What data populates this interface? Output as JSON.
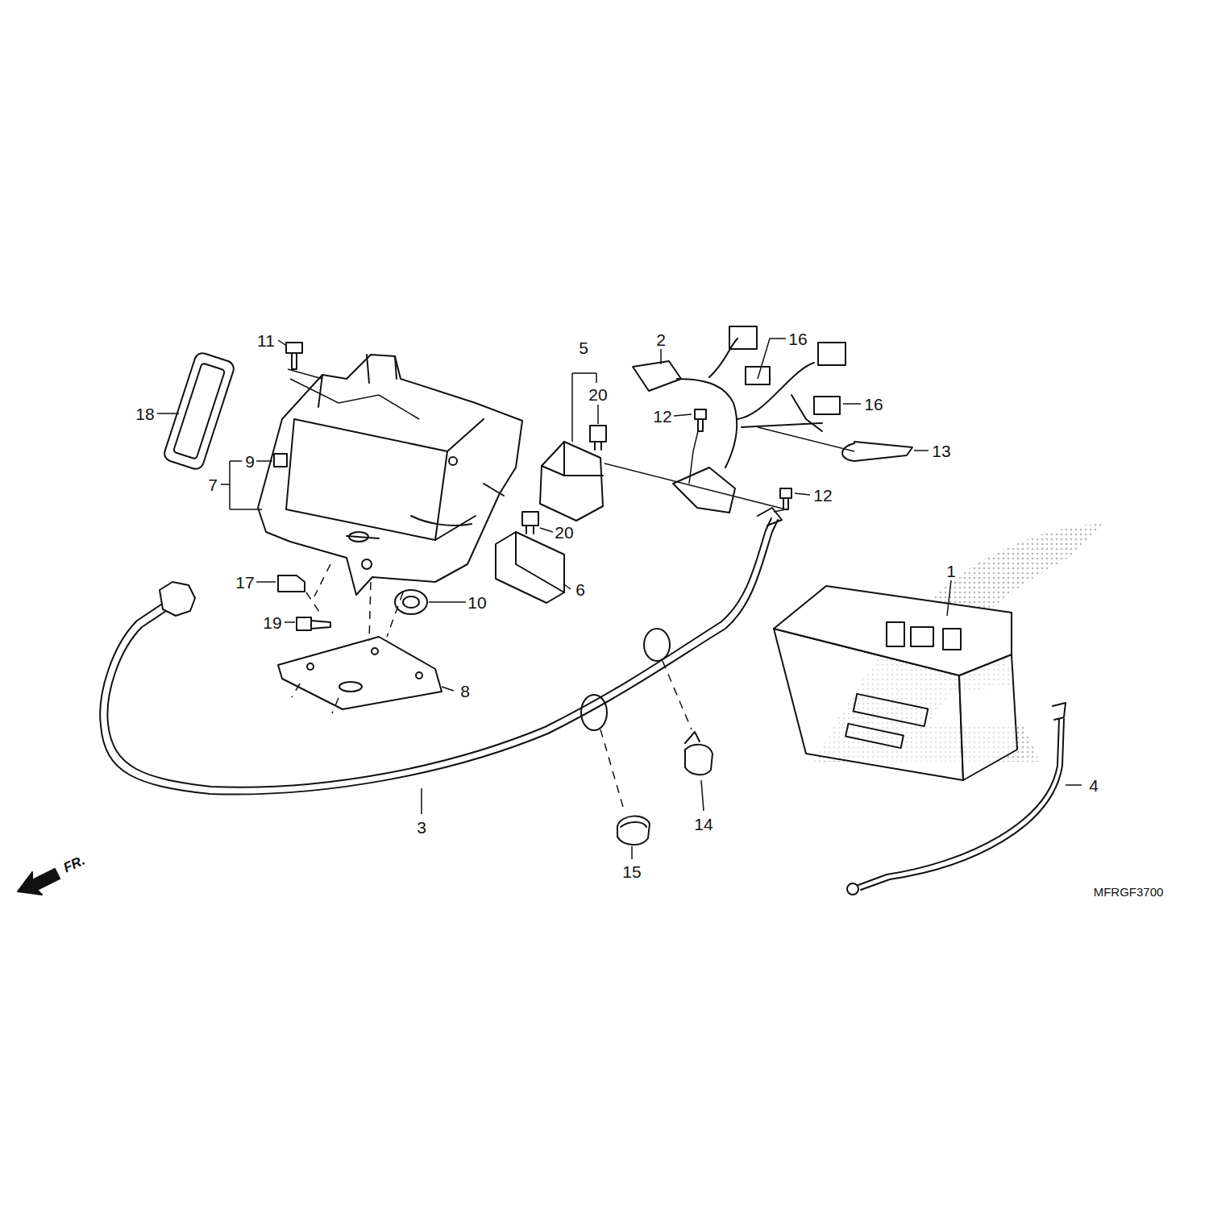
{
  "diagram": {
    "labels": [
      "11",
      "5",
      "2",
      "16",
      "20",
      "18",
      "9",
      "7",
      "12",
      "16",
      "13",
      "12",
      "20",
      "17",
      "6",
      "10",
      "19",
      "1",
      "8",
      "3",
      "15",
      "14",
      "4",
      "FR.",
      "MFRGF3700"
    ]
  }
}
